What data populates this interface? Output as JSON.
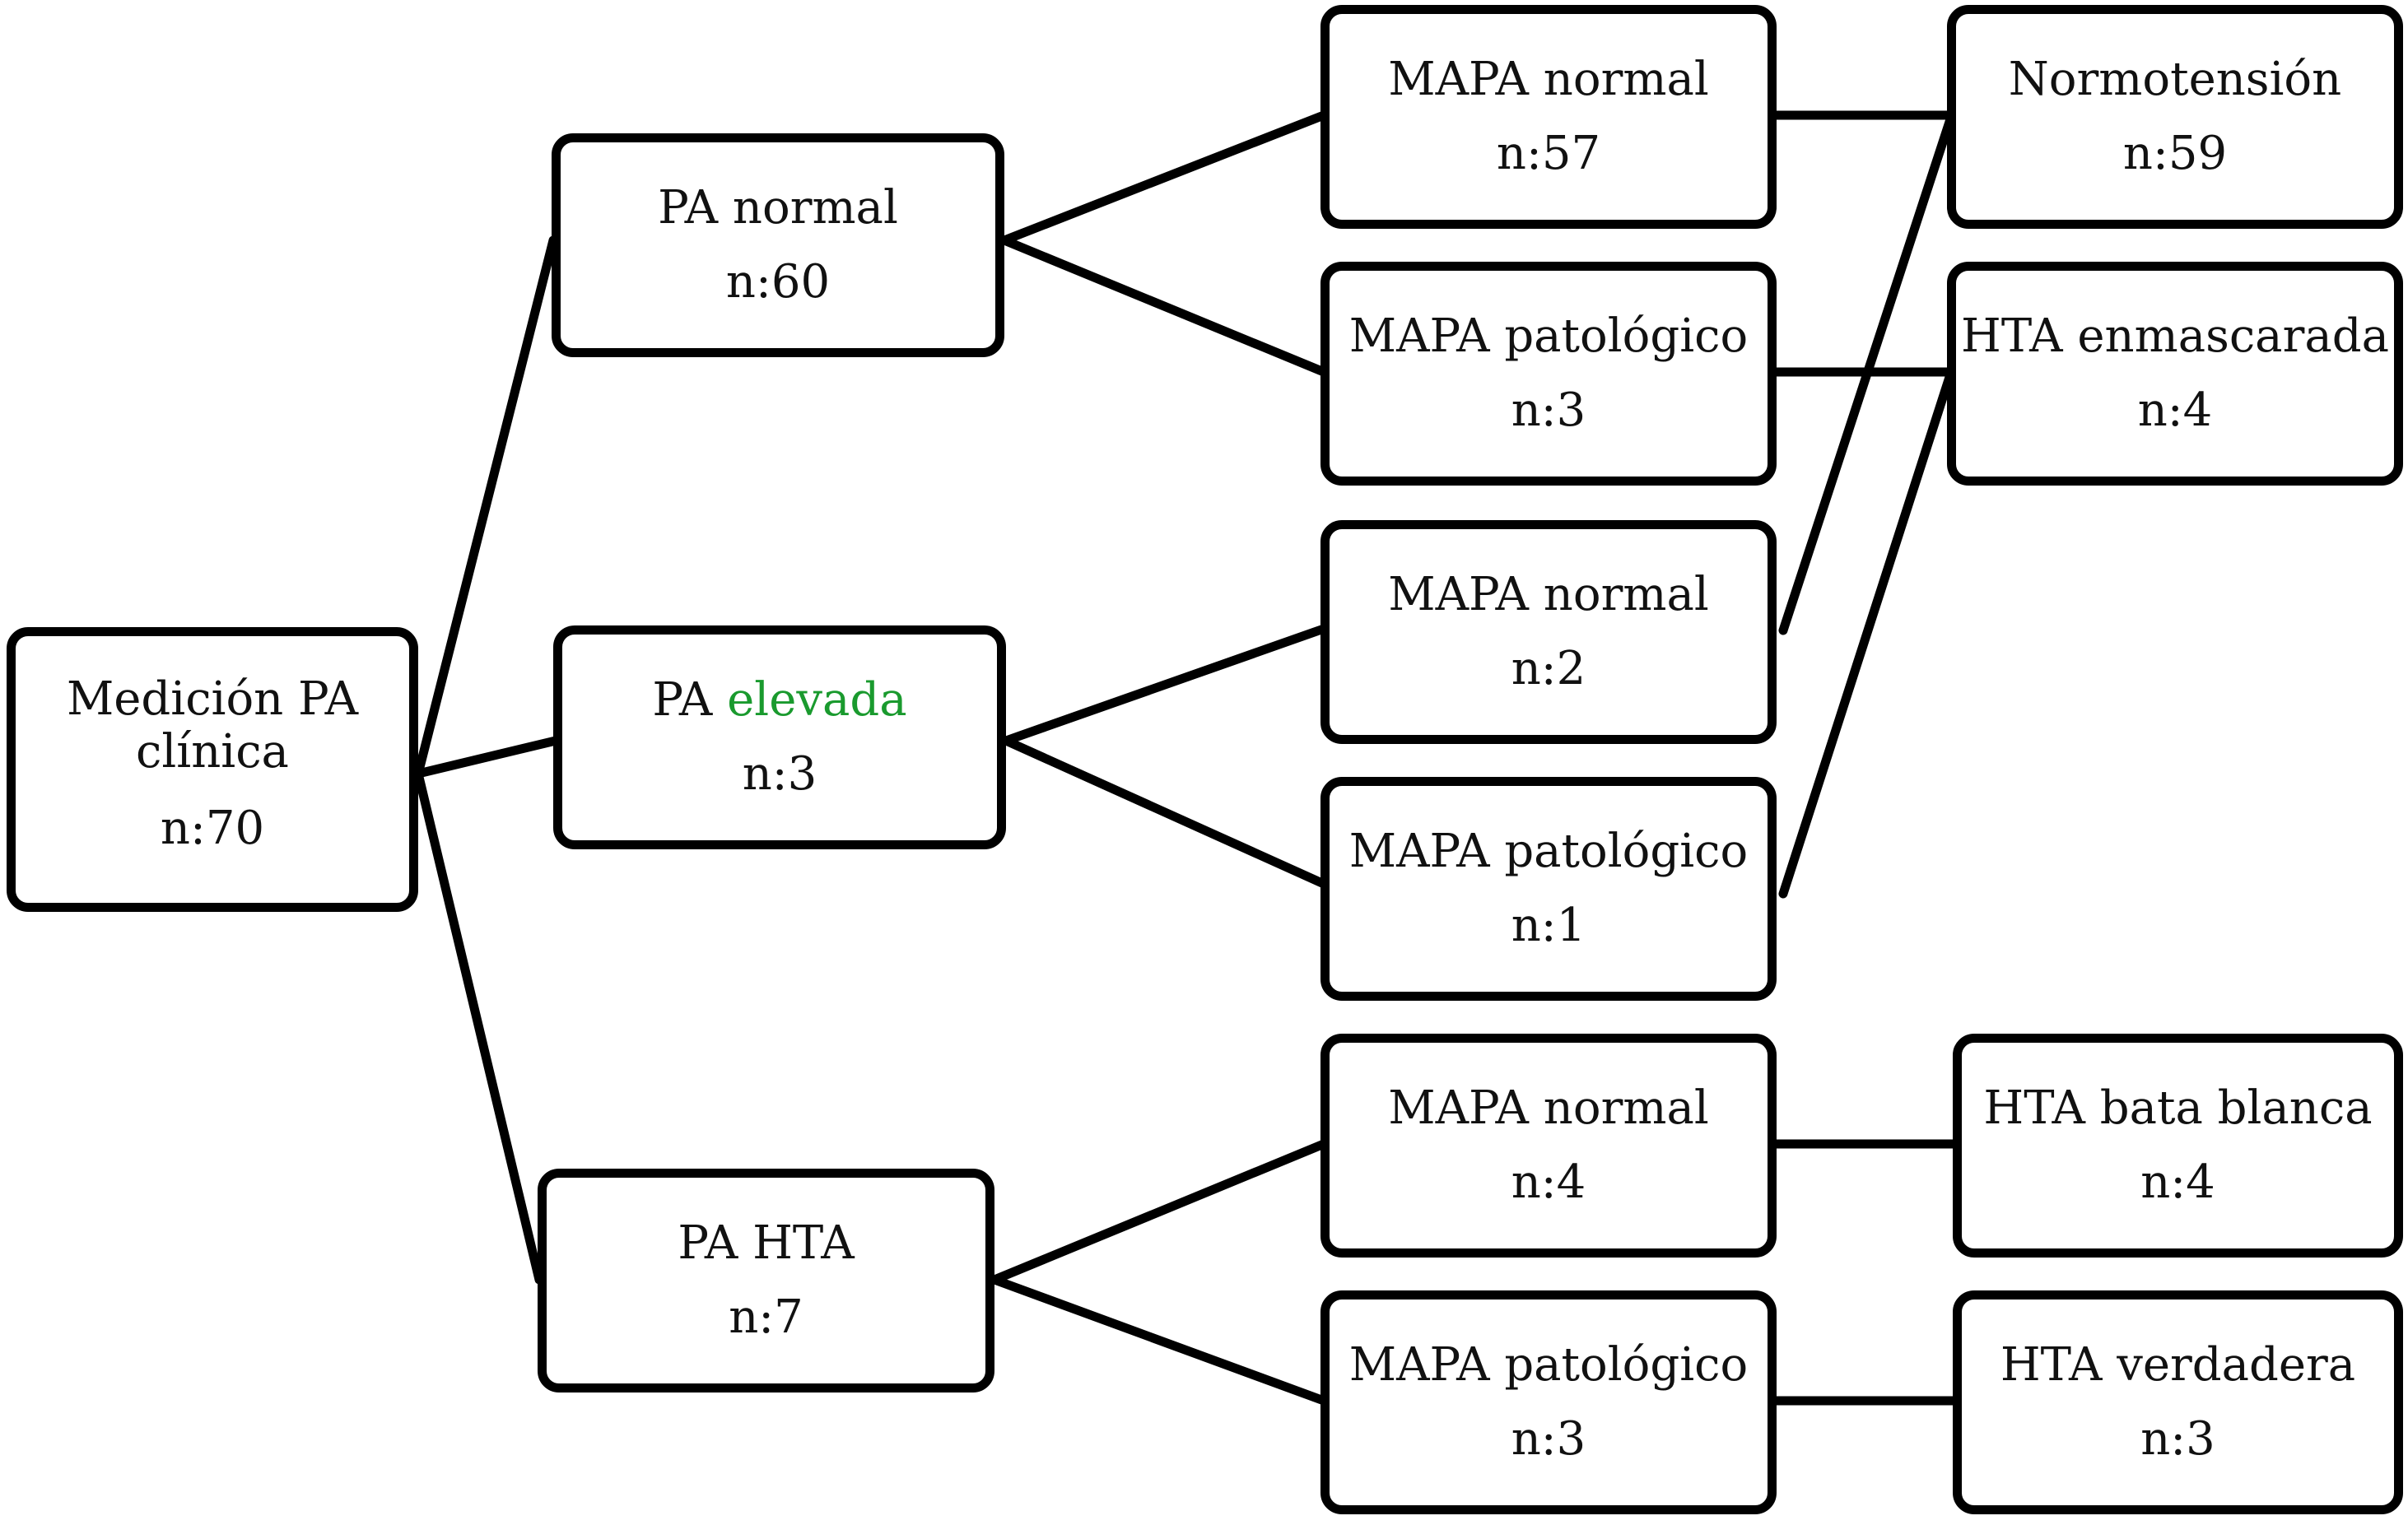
{
  "root": {
    "label": "Medición PA clínica",
    "count": "n:70"
  },
  "level1": [
    {
      "id": "pa-normal",
      "label": "PA normal",
      "count": "n:60"
    },
    {
      "id": "pa-elevada",
      "label_prefix": "PA ",
      "label_highlight": "elevada",
      "highlight_color": "#1a9a2e",
      "count": "n:3"
    },
    {
      "id": "pa-hta",
      "label": "PA HTA",
      "count": "n:7"
    }
  ],
  "level2": [
    {
      "id": "normal-mapa-normal",
      "label": "MAPA normal",
      "count": "n:57"
    },
    {
      "id": "normal-mapa-patologico",
      "label": "MAPA patológico",
      "count": "n:3"
    },
    {
      "id": "elevada-mapa-normal",
      "label": "MAPA normal",
      "count": "n:2"
    },
    {
      "id": "elevada-mapa-patologico",
      "label": "MAPA patológico",
      "count": "n:1"
    },
    {
      "id": "hta-mapa-normal",
      "label": "MAPA normal",
      "count": "n:4"
    },
    {
      "id": "hta-mapa-patologico",
      "label": "MAPA patológico",
      "count": "n:3"
    }
  ],
  "outcomes": [
    {
      "id": "normotension",
      "label": "Normotensión",
      "count": "n:59"
    },
    {
      "id": "hta-enmascarada",
      "label": "HTA enmascarada",
      "count": "n:4"
    },
    {
      "id": "hta-bata-blanca",
      "label": "HTA bata blanca",
      "count": "n:4"
    },
    {
      "id": "hta-verdadera",
      "label": "HTA verdadera",
      "count": "n:3"
    }
  ]
}
